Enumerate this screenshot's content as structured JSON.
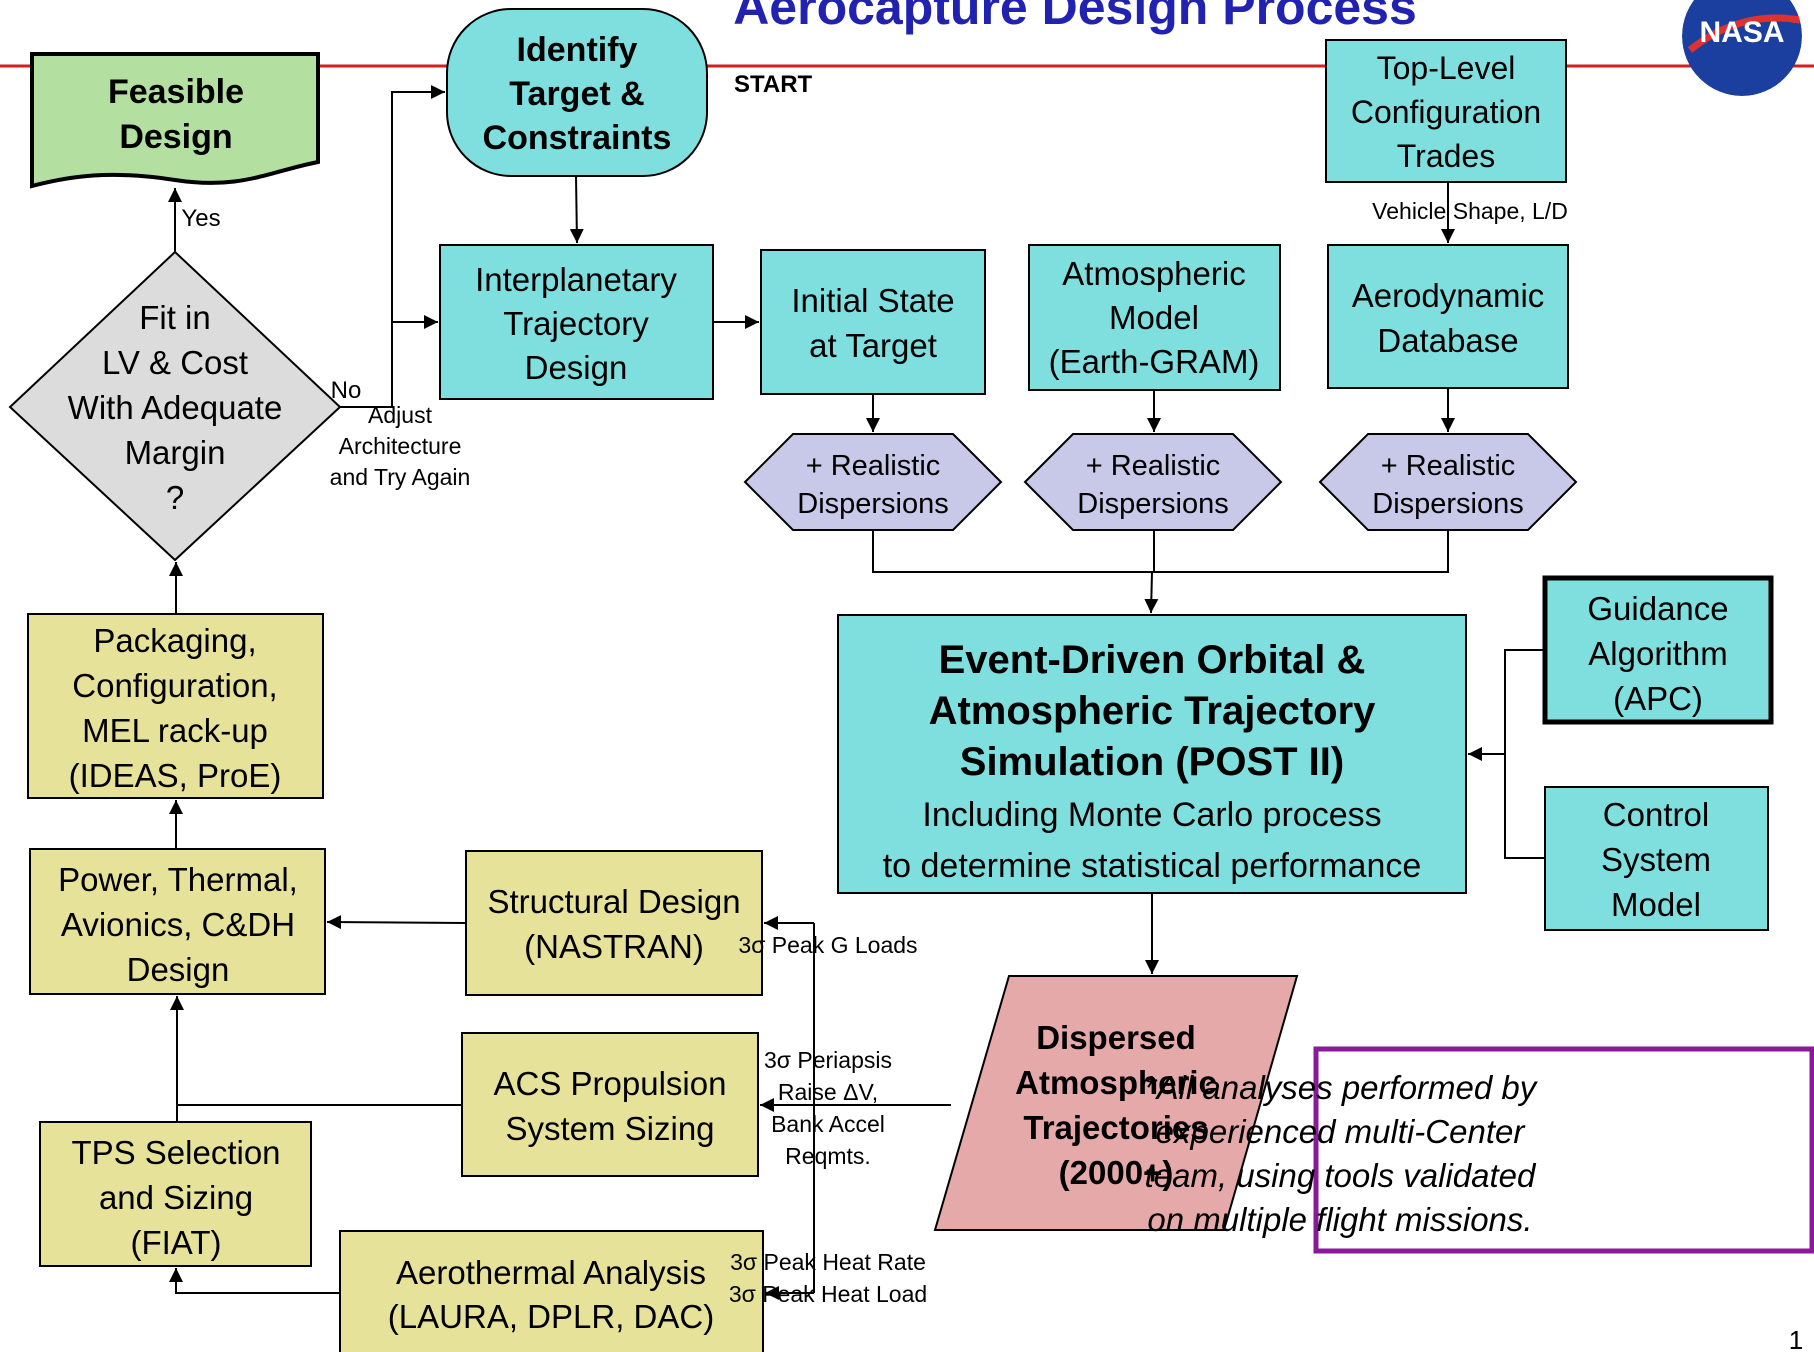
{
  "header": {
    "title": "Aerocapture Design Process",
    "start_label": "START",
    "logo_text": "NASA",
    "page_number": "1"
  },
  "colors": {
    "title": "#2222b0",
    "rule": "#cc2222",
    "cyan": "#7fdfdf",
    "green": "#b3e0a0",
    "gray": "#dcdcdc",
    "lavender": "#c8c8e8",
    "khaki": "#e6e29a",
    "pink": "#e6a9aa",
    "note_border": "#8a1a9a"
  },
  "nodes": {
    "identify": [
      "Identify",
      "Target &",
      "Constraints"
    ],
    "feasible": [
      "Feasible",
      "Design"
    ],
    "toplevel": [
      "Top-Level",
      "Configuration",
      "Trades"
    ],
    "interplanetary": [
      "Interplanetary",
      "Trajectory",
      "Design"
    ],
    "initial_state": [
      "Initial State",
      "at Target"
    ],
    "atmospheric_model": [
      "Atmospheric",
      "Model",
      "(Earth-GRAM)"
    ],
    "aero_database": [
      "Aerodynamic",
      "Database"
    ],
    "dispersions_1": [
      "+ Realistic",
      "Dispersions"
    ],
    "dispersions_2": [
      "+ Realistic",
      "Dispersions"
    ],
    "dispersions_3": [
      "+ Realistic",
      "Dispersions"
    ],
    "decision": [
      "Fit in",
      "LV & Cost",
      "With Adequate",
      "Margin",
      "?"
    ],
    "simulation": [
      "Event-Driven Orbital &",
      "Atmospheric Trajectory",
      "Simulation (POST II)",
      "Including Monte Carlo process",
      "to determine statistical performance"
    ],
    "guidance": [
      "Guidance",
      "Algorithm",
      "(APC)"
    ],
    "control": [
      "Control",
      "System",
      "Model"
    ],
    "packaging": [
      "Packaging,",
      "Configuration,",
      "MEL rack-up",
      "(IDEAS, ProE)"
    ],
    "power": [
      "Power, Thermal,",
      "Avionics, C&DH",
      "Design"
    ],
    "structural": [
      "Structural Design",
      "(NASTRAN)"
    ],
    "acs": [
      "ACS Propulsion",
      "System Sizing"
    ],
    "tps": [
      "TPS Selection",
      "and Sizing",
      "(FIAT)"
    ],
    "aerothermal": [
      "Aerothermal Analysis",
      "(LAURA, DPLR, DAC)"
    ],
    "dispersed": [
      "Dispersed",
      "Atmospheric",
      "Trajectories",
      "(2000+)"
    ]
  },
  "edge_labels": {
    "yes": "Yes",
    "no": "No",
    "adjust": [
      "Adjust",
      "Architecture",
      "and Try Again"
    ],
    "vehicle_shape": "Vehicle Shape, L/D",
    "peak_g": "3σ Peak G Loads",
    "periapsis": [
      "3σ Periapsis",
      "Raise ΔV,",
      "Bank Accel",
      "Reqmts."
    ],
    "heat": [
      "3σ Peak Heat Rate",
      "3σ Peak Heat Load"
    ]
  },
  "note": [
    "*All analyses performed by",
    "experienced multi-Center",
    "team, using tools validated",
    "on multiple flight missions."
  ]
}
